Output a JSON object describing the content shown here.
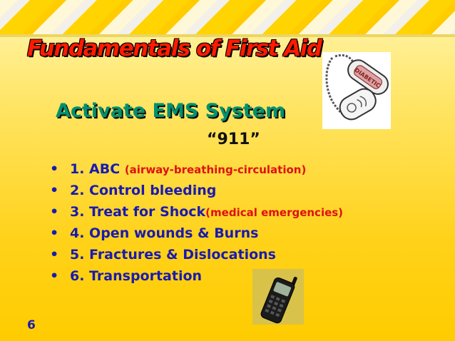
{
  "slide": {
    "title": "Fundamentals of First Aid",
    "subtitle": "Activate EMS System",
    "emergency_number": "“911”",
    "page_number": "6",
    "items": [
      {
        "text": "1. ABC",
        "note": "(airway-breathing-circulation)"
      },
      {
        "text": "2. Control bleeding",
        "note": ""
      },
      {
        "text": "3. Treat for Shock",
        "note": "(medical emergencies)"
      },
      {
        "text": "4. Open wounds & Burns",
        "note": ""
      },
      {
        "text": "5. Fractures & Dislocations",
        "note": ""
      },
      {
        "text": "6. Transportation",
        "note": ""
      }
    ],
    "images": {
      "medical_tag_label": "DIABETIC"
    }
  },
  "colors": {
    "title": "#ff1a00",
    "subtitle": "#00916e",
    "list_text": "#1a1ab0",
    "note_text": "#e01010",
    "background": "#ffd21a"
  }
}
